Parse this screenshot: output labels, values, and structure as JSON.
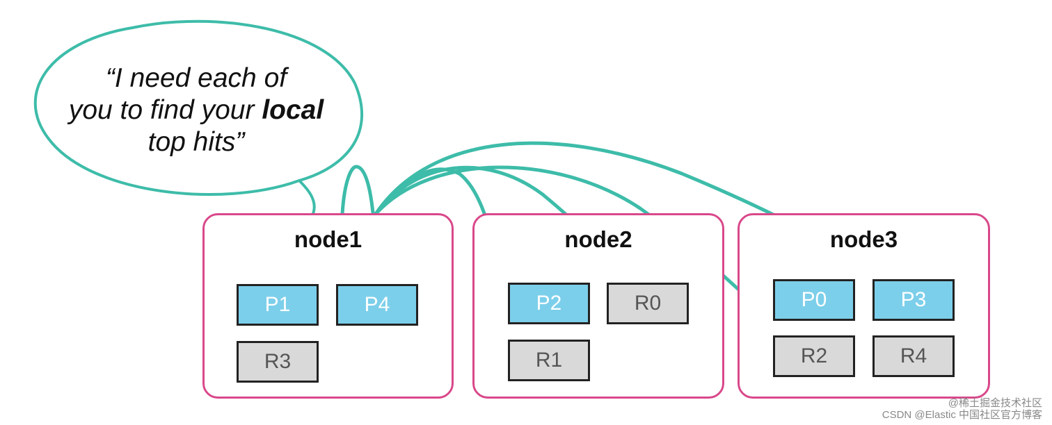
{
  "bubble": {
    "line1": "“I need each of",
    "line2_pre": "you to find your ",
    "line2_bold": "local",
    "line3": "top hits”"
  },
  "nodes": [
    {
      "title": "node1",
      "shards": [
        {
          "label": "P1",
          "kind": "primary"
        },
        {
          "label": "P4",
          "kind": "primary"
        },
        {
          "label": "R3",
          "kind": "replica"
        }
      ]
    },
    {
      "title": "node2",
      "shards": [
        {
          "label": "P2",
          "kind": "primary"
        },
        {
          "label": "R0",
          "kind": "replica"
        },
        {
          "label": "R1",
          "kind": "replica"
        }
      ]
    },
    {
      "title": "node3",
      "shards": [
        {
          "label": "P0",
          "kind": "primary"
        },
        {
          "label": "P3",
          "kind": "primary"
        },
        {
          "label": "R2",
          "kind": "replica"
        },
        {
          "label": "R4",
          "kind": "replica"
        }
      ]
    }
  ],
  "colors": {
    "node_border": "#d9488a",
    "arrow": "#3dbca9",
    "primary_fill": "#7ccfea",
    "replica_fill": "#d9d9d9"
  },
  "watermark": {
    "line1": "@稀土掘金技术社区",
    "line2": "CSDN @Elastic 中国社区官方博客"
  }
}
